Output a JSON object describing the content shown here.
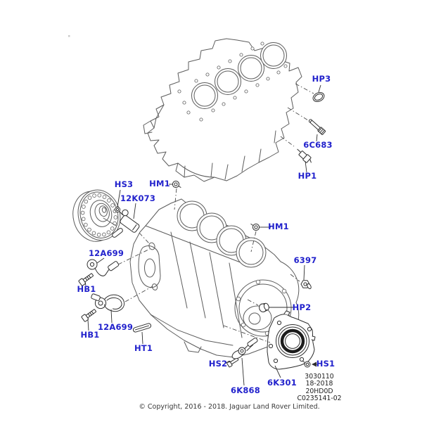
{
  "callouts": {
    "hp3": "HP3",
    "p6c683": "6C683",
    "hp1": "HP1",
    "hm1_top": "HM1",
    "hs3": "HS3",
    "p12k073": "12K073",
    "hm1_right": "HM1",
    "p6397": "6397",
    "p12a699_upper": "12A699",
    "hb1_upper": "HB1",
    "p12a699_lower": "12A699",
    "hb1_lower": "HB1",
    "ht1": "HT1",
    "hp2": "HP2",
    "hs2": "HS2",
    "hs1": "HS1",
    "p6k868": "6K868",
    "p6k301": "6K301"
  },
  "footnote": {
    "line1": "3030110",
    "line2": "18-2018",
    "line3": "20HD0D",
    "line4": "C0235141-02"
  },
  "copyright": "© Copyright, 2016 - 2018. Jaguar Land Rover Limited.",
  "colors": {
    "callout_blue": "#2222cc",
    "art_gray": "#5c5c5c",
    "seal_ring_black": "#1c1c1c"
  }
}
